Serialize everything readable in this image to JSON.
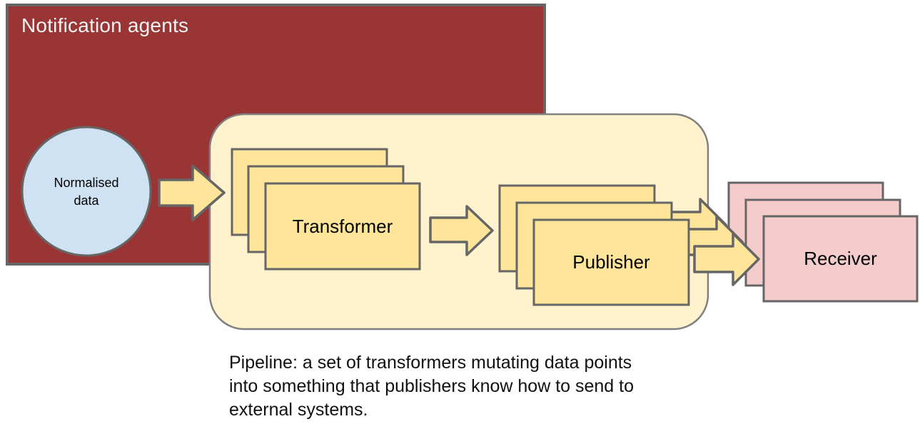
{
  "agents": {
    "title": "Notification agents"
  },
  "nodes": {
    "normalised_data": {
      "label": "Normalised data",
      "shape": "circle"
    },
    "transformer": {
      "label": "Transformer",
      "stack_count": 3
    },
    "publisher": {
      "label": "Publisher",
      "stack_count": 3
    },
    "receiver": {
      "label": "Receiver",
      "stack_count": 3
    }
  },
  "pipeline": {
    "caption_lines": [
      "Pipeline: a set of transformers mutating data points",
      "into something that publishers know how to send to",
      "external systems."
    ]
  },
  "colors": {
    "agents_bg": "#9a3535",
    "pipeline_bg": "#fff2cc",
    "node_yellow": "#ffe599",
    "arrow_yellow": "#ffe599",
    "receiver_pink": "#f4cccc",
    "data_circle_blue": "#cfe2f3",
    "border_gray": "#666666",
    "container_border": "#808080",
    "title_text": "#f2f2f2",
    "label_text": "#000000"
  }
}
